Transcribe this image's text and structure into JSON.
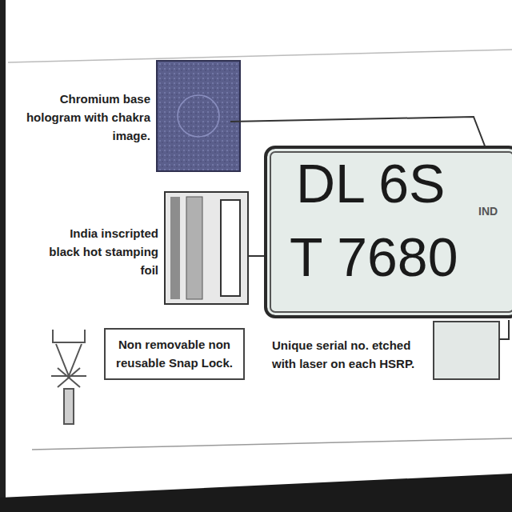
{
  "diagram": {
    "nodes": [
      {
        "text": [
          "DL 6S",
          "T 7680",
          "IND"
        ]
      },
      {
        "text": [
          "Non removable non reusable Snap Lock."
        ]
      }
    ],
    "labels": [
      "Chromium base hologram with chakra image.",
      "India inscripted black hot stamping foil",
      "Unique serial no. etched with laser on each HSRP."
    ]
  }
}
